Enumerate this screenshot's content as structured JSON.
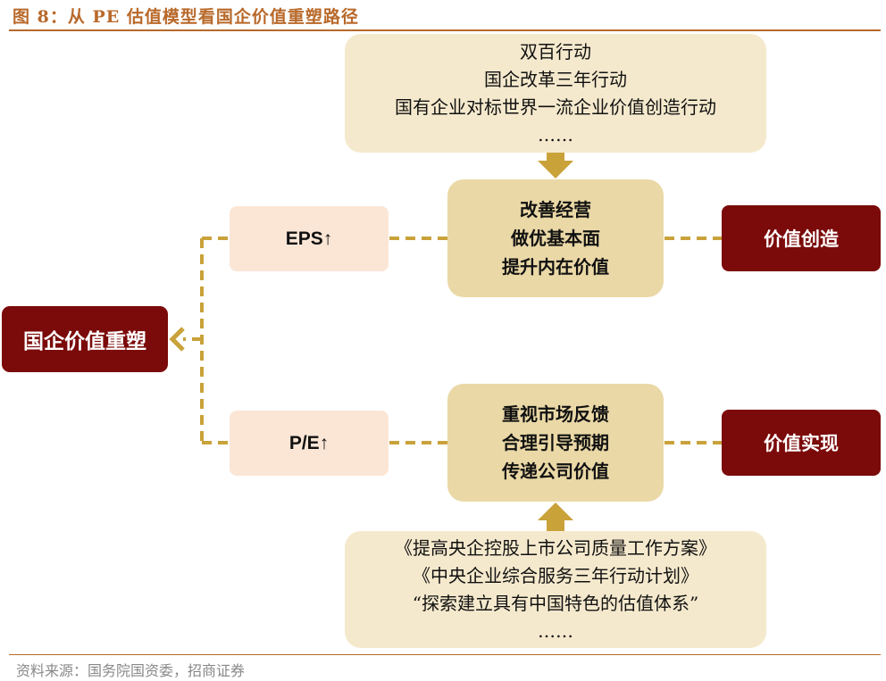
{
  "figure": {
    "title": "图 8：从 PE 估值模型看国企价值重塑路径",
    "source": "资料来源：国务院国资委，招商证券"
  },
  "center": {
    "label": "国企价值重塑"
  },
  "top_initiatives": {
    "lines": [
      "双百行动",
      "国企改革三年行动",
      "国有企业对标世界一流企业价值创造行动",
      "……"
    ]
  },
  "eps_branch": {
    "factor": "EPS↑",
    "measures": [
      "改善经营",
      "做优基本面",
      "提升内在价值"
    ],
    "outcome": "价值创造"
  },
  "pe_branch": {
    "factor": "P/E↑",
    "measures": [
      "重视市场反馈",
      "合理引导预期",
      "传递公司价值"
    ],
    "outcome": "价值实现"
  },
  "bottom_policies": {
    "lines": [
      "《提高央企控股上市公司质量工作方案》",
      "《中央企业综合服务三年行动计划》",
      "“探索建立具有中国特色的估值体系”",
      "……"
    ]
  },
  "colors": {
    "accent": "#c9a23a",
    "dark_red": "#7b0a0a",
    "title": "#b8692a"
  }
}
